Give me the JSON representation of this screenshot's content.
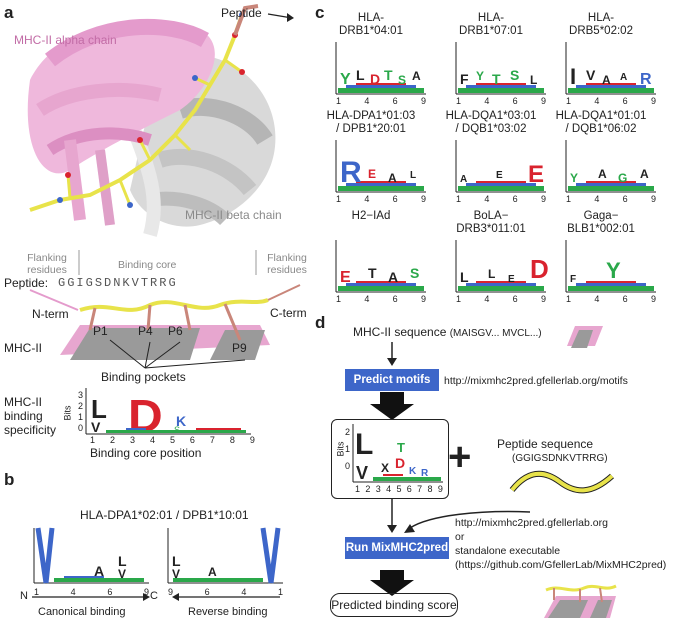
{
  "panels": {
    "a": "a",
    "b": "b",
    "c": "c",
    "d": "d"
  },
  "panel_a": {
    "peptide_label": "Peptide",
    "alpha_label": "MHC-II alpha chain",
    "beta_label": "MHC-II beta chain",
    "flanking_left": [
      "Flanking",
      "residues"
    ],
    "binding_core": "Binding core",
    "flanking_right": [
      "Flanking",
      "residues"
    ],
    "peptide_row_label": "Peptide:",
    "peptide_seq": [
      "G",
      "G",
      "I",
      "G",
      "S",
      "D",
      "N",
      "K",
      "V",
      "T",
      "R",
      "R",
      "G"
    ],
    "nterm": "N-term",
    "cterm": "C-term",
    "mhc_label": "MHC-II",
    "pockets": [
      "P1",
      "P4",
      "P6",
      "P9"
    ],
    "binding_pockets": "Binding pockets",
    "specificity_label": [
      "MHC-II",
      "binding",
      "specificity"
    ],
    "bits": "Bits",
    "y_ticks": [
      "3",
      "2",
      "1",
      "0"
    ],
    "x_ticks": [
      "1",
      "2",
      "3",
      "4",
      "5",
      "6",
      "7",
      "8",
      "9"
    ],
    "xlabel": "Binding core position"
  },
  "panel_b": {
    "title": "HLA-DPA1*02:01 / DPB1*10:01",
    "left_ticks": [
      "1",
      "4",
      "6",
      "9"
    ],
    "right_ticks": [
      "9",
      "6",
      "4",
      "1"
    ],
    "n": "N",
    "c": "C",
    "canonical": "Canonical binding",
    "reverse": "Reverse binding"
  },
  "panel_c": {
    "logos": [
      {
        "title": [
          "HLA-",
          "DRB1*04:01"
        ]
      },
      {
        "title": [
          "HLA-",
          "DRB1*07:01"
        ]
      },
      {
        "title": [
          "HLA-",
          "DRB5*02:02"
        ]
      },
      {
        "title": [
          "HLA-DPA1*01:03",
          "/ DPB1*20:01"
        ]
      },
      {
        "title": [
          "HLA-DQA1*03:01",
          "/ DQB1*03:02"
        ]
      },
      {
        "title": [
          "HLA-DQA1*01:01",
          "/ DQB1*06:02"
        ]
      },
      {
        "title": [
          "H2−IAd",
          ""
        ]
      },
      {
        "title": [
          "BoLA−",
          "DRB3*011:01"
        ]
      },
      {
        "title": [
          "Gaga−",
          "BLB1*002:01"
        ]
      }
    ],
    "ticks": [
      "1",
      "4",
      "6",
      "9"
    ]
  },
  "panel_d": {
    "seq_label": "MHC-II sequence",
    "seq_small": "(MAISGV... MVCL...)",
    "predict_btn": "Predict motifs",
    "motifs_url": "http://mixmhc2pred.gfellerlab.org/motifs",
    "bits": "Bits",
    "y_ticks": [
      "2",
      "1",
      "0"
    ],
    "x_ticks": [
      "1",
      "2",
      "3",
      "4",
      "5",
      "6",
      "7",
      "8",
      "9"
    ],
    "plus": "+",
    "pep_label": "Peptide sequence",
    "pep_small": "(GGIGSDNKVTRRG)",
    "run_btn": "Run MixMHC2pred",
    "run_url": "http://mixmhc2pred.gfellerlab.org",
    "or": "or",
    "standalone": "standalone executable",
    "github": "(https://github.com/GfellerLab/MixMHC2pred)",
    "result": "Predicted binding score"
  },
  "colors": {
    "pink": "#e7a6cf",
    "gray": "#9a9a9a",
    "blue": "#3d66c9",
    "yellow": "#e8e34a",
    "red": "#d9232e",
    "green": "#2aa84a"
  }
}
